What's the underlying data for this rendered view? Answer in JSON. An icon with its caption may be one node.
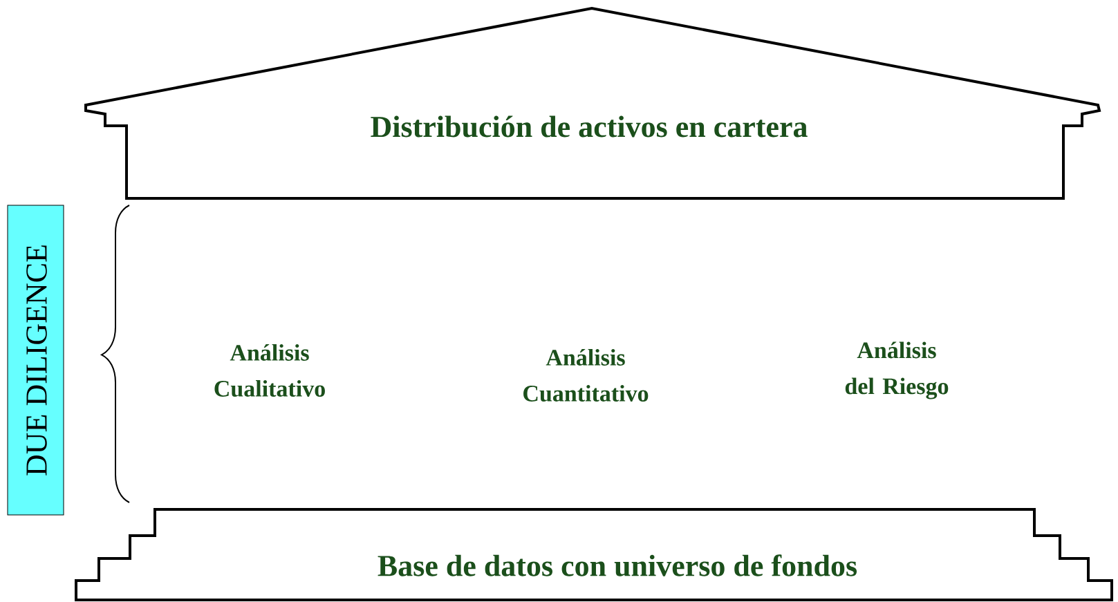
{
  "diagram": {
    "nodes": [
      {
        "text": [
          "Distribución de activos en cartera"
        ]
      },
      {
        "text": [
          "Base de datos con universo de fondos"
        ]
      },
      {
        "text": [
          "DUE DILIGENCE"
        ]
      }
    ],
    "labels": [
      "Análisis Cualitativo",
      "Análisis Cuantitativo",
      "Análisis del Riesgo"
    ]
  }
}
